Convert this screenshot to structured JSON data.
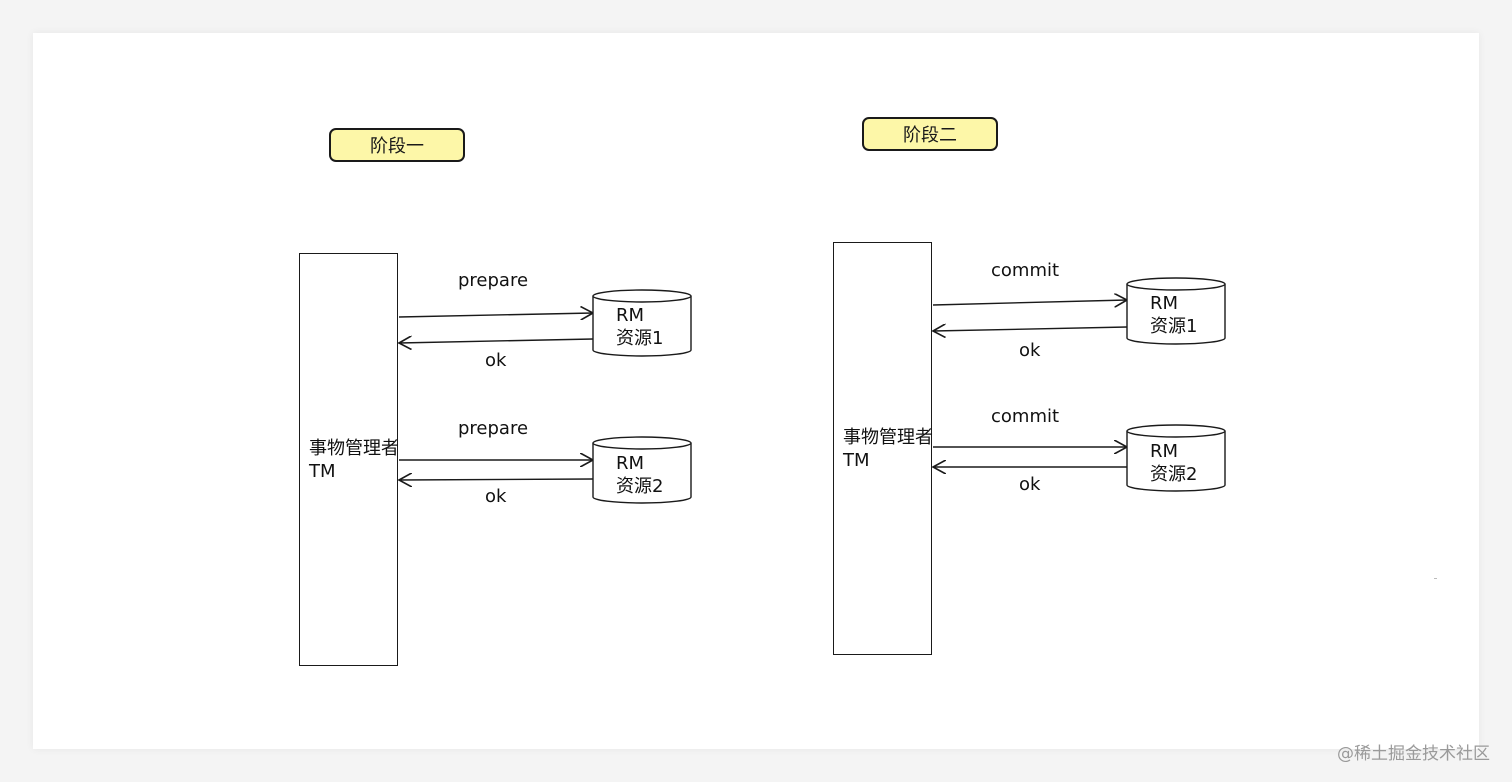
{
  "colors": {
    "phase_label_bg": "#fdf7a8",
    "stroke": "#1a1a1a",
    "background": "#ffffff",
    "watermark": "#9a9a9a"
  },
  "phase1": {
    "title": "阶段一",
    "tm_label": "事物管理者 TM",
    "messages": [
      {
        "request": "prepare",
        "response": "ok",
        "rm_name": "RM",
        "rm_resource": "资源1"
      },
      {
        "request": "prepare",
        "response": "ok",
        "rm_name": "RM",
        "rm_resource": "资源2"
      }
    ]
  },
  "phase2": {
    "title": "阶段二",
    "tm_label": "事物管理者 TM",
    "messages": [
      {
        "request": "commit",
        "response": "ok",
        "rm_name": "RM",
        "rm_resource": "资源1"
      },
      {
        "request": "commit",
        "response": "ok",
        "rm_name": "RM",
        "rm_resource": "资源2"
      }
    ]
  },
  "watermark": "@稀土掘金技术社区"
}
